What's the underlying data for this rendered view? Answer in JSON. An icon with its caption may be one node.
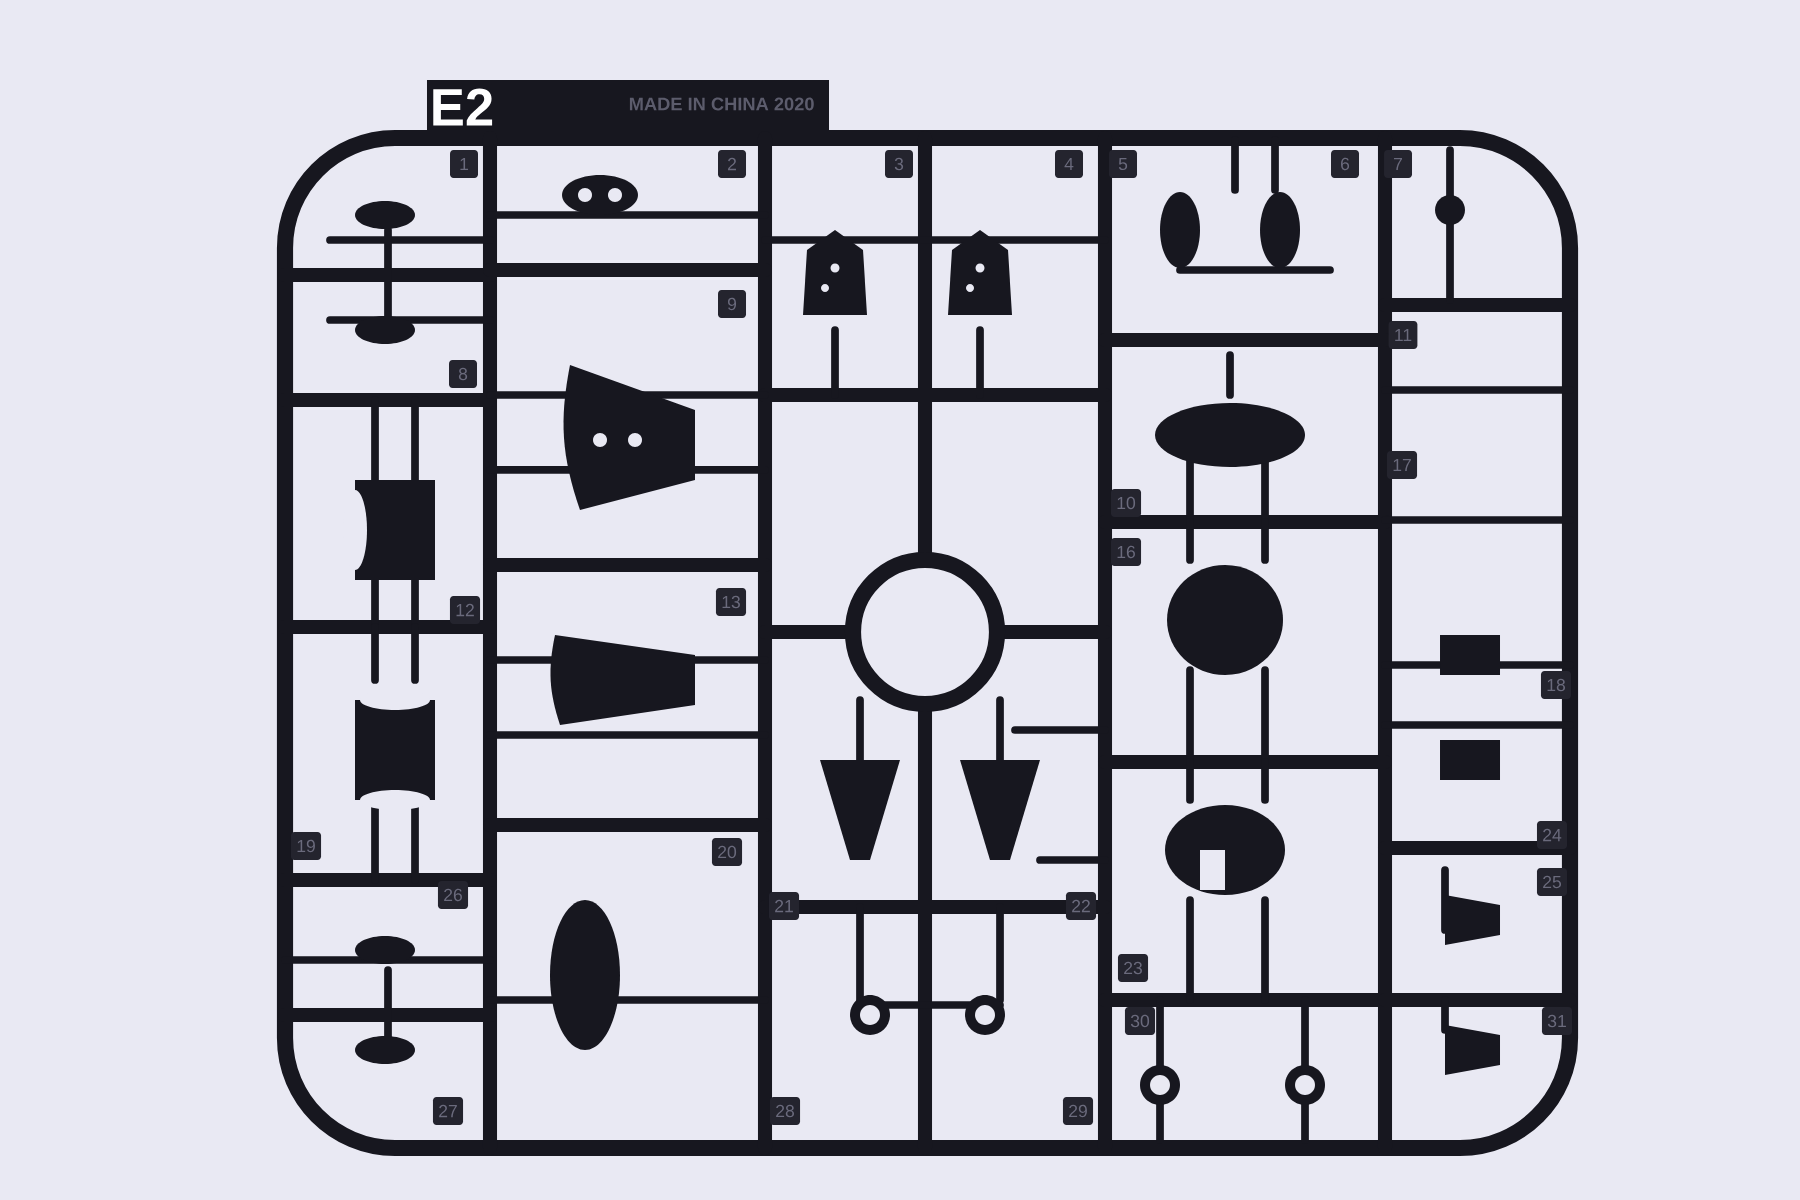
{
  "diagram": {
    "labels": [
      "E2",
      "MADE IN CHINA 2020",
      "1",
      "2",
      "3",
      "4",
      "5",
      "6",
      "7",
      "8",
      "9",
      "10",
      "11",
      "12",
      "13",
      "16",
      "17",
      "18",
      "19",
      "20",
      "21",
      "22",
      "23",
      "24",
      "25",
      "26",
      "27",
      "28",
      "29",
      "30",
      "31"
    ]
  }
}
